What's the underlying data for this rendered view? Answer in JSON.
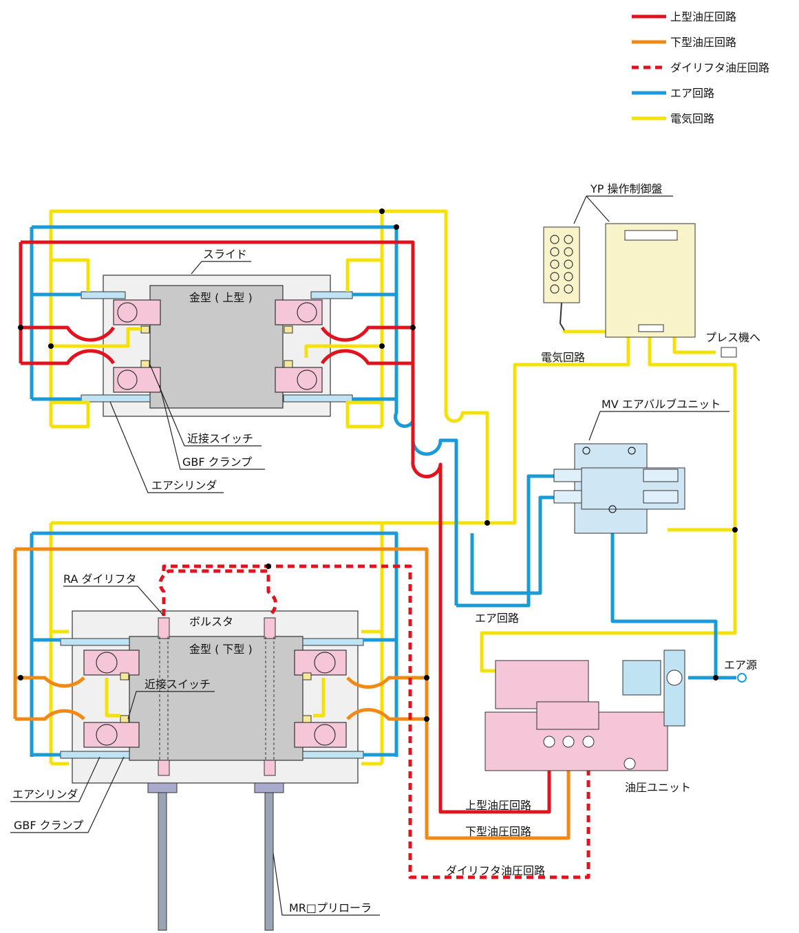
{
  "colors": {
    "upper_hydraulic": "#e0141e",
    "lower_hydraulic": "#f08a14",
    "die_lifter_hydraulic": "#e0141e",
    "air": "#1a9ad6",
    "electric": "#f5e10a"
  },
  "legend": [
    {
      "label": "上型油圧回路",
      "style": "solid",
      "color": "#e0141e"
    },
    {
      "label": "下型油圧回路",
      "style": "solid",
      "color": "#f08a14"
    },
    {
      "label": "ダイリフタ油圧回路",
      "style": "dashed",
      "color": "#e0141e"
    },
    {
      "label": "エア回路",
      "style": "solid",
      "color": "#1a9ad6"
    },
    {
      "label": "電気回路",
      "style": "solid",
      "color": "#f5e10a"
    }
  ],
  "labels": {
    "slide": "スライド",
    "upper_die": "金型 ( 上型 )",
    "upper_proximity_switch": "近接スイッチ",
    "upper_gbf_clamp": "GBF クランプ",
    "upper_air_cylinder": "エアシリンダ",
    "control_panel": "YP 操作制御盤",
    "to_press": "プレス機へ",
    "electric_circuit": "電気回路",
    "valve_unit": "MV エアバルブユニット",
    "air_circuit": "エア回路",
    "ra_die_lifter": "RA ダイリフタ",
    "bolster": "ボルスタ",
    "lower_die": "金型 ( 下型 )",
    "lower_proximity_switch": "近接スイッチ",
    "lower_air_cylinder": "エアシリンダ",
    "lower_gbf_clamp": "GBF クランプ",
    "air_source": "エア源",
    "hydraulic_unit": "油圧ユニット",
    "upper_hydraulic_circuit": "上型油圧回路",
    "lower_hydraulic_circuit": "下型油圧回路",
    "die_lifter_hydraulic_circuit": "ダイリフタ油圧回路",
    "roller": "MR□プリローラ"
  },
  "icons": [
    "pendant-controller-icon",
    "control-cabinet-icon",
    "valve-unit-icon",
    "hydraulic-unit-icon",
    "air-filter-icon",
    "air-source-icon",
    "press-connector-icon"
  ]
}
